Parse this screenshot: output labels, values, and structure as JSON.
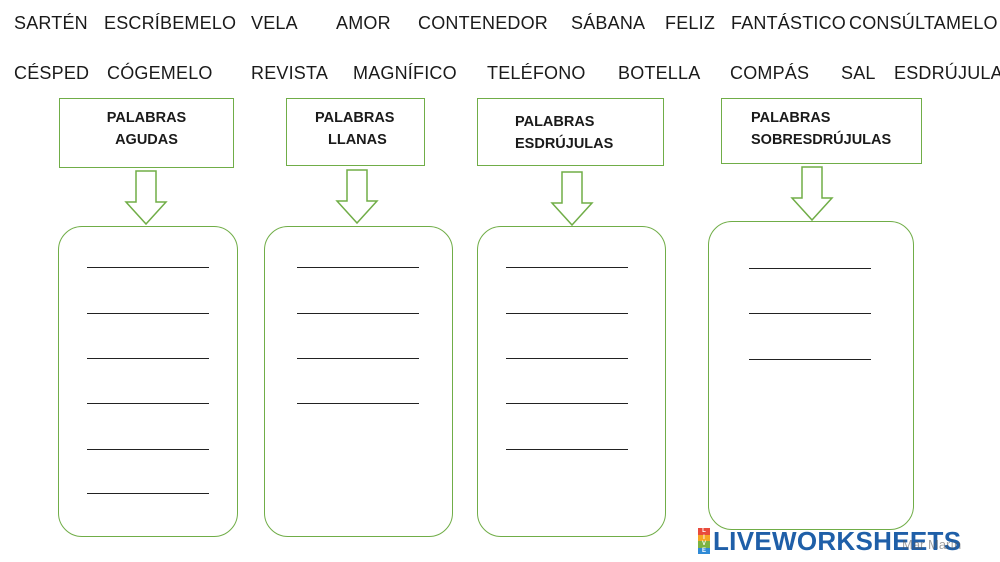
{
  "words": [
    "SARTÉN",
    "ESCRÍBEMELO",
    "VELA",
    "AMOR",
    "CONTENEDOR",
    "SÁBANA",
    "FELIZ",
    "FANTÁSTICO",
    "CONSÚLTAMELO",
    "CÉSPED",
    "CÓGEMELO",
    "REVISTA",
    "MAGNÍFICO",
    "TELÉFONO",
    "BOTELLA",
    "COMPÁS",
    "SAL",
    "ESDRÚJULA"
  ],
  "categories": [
    {
      "line1": "PALABRAS",
      "line2": "AGUDAS",
      "slots": 6
    },
    {
      "line1": "PALABRAS",
      "line2": "LLANAS",
      "slots": 4
    },
    {
      "line1": "PALABRAS",
      "line2": "ESDRÚJULAS",
      "slots": 5
    },
    {
      "line1": "PALABRAS",
      "line2": "SOBRESDRÚJULAS",
      "slots": 3
    }
  ],
  "brand": {
    "name": "LIVEWORKSHEETS",
    "badge": [
      "L",
      "I",
      "V",
      "E"
    ]
  },
  "author": "Mar Marín",
  "colors": {
    "box_border": "#70ad47",
    "brand": "#1f5fa8"
  }
}
